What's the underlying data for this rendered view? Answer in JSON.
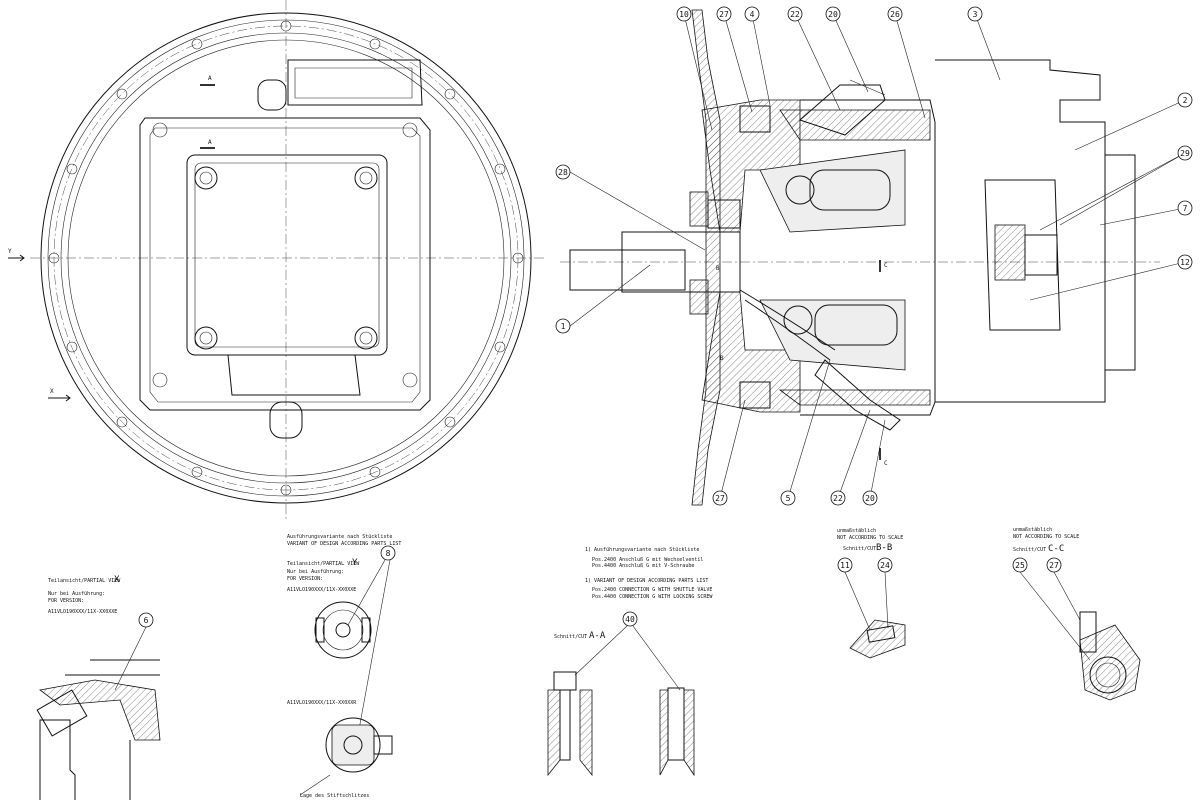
{
  "balloons": {
    "b10": "10",
    "b27a": "27",
    "b4": "4",
    "b22a": "22",
    "b20a": "20",
    "b26": "26",
    "b3": "3",
    "b2": "2",
    "b29": "29",
    "b7": "7",
    "b12": "12",
    "b28": "28",
    "b1": "1",
    "b27b": "27",
    "b5": "5",
    "b22b": "22",
    "b20b": "20",
    "b8": "8",
    "b6": "6",
    "b40": "40",
    "b11": "11",
    "b24": "24",
    "b25": "25",
    "b27c": "27"
  },
  "axis": {
    "y": "Y",
    "x": "X",
    "a_top": "A",
    "a_bot": "A",
    "b1": "B",
    "b2": "B",
    "c1": "C",
    "c2": "C"
  },
  "partial_x": {
    "title": "Teilansicht/PARTIAL VIEW",
    "letter": "X",
    "line1": "Nur bei Ausführung:",
    "line2": "FOR VERSION:",
    "code": "A11VLO190XXX/11X-XX0XXE"
  },
  "partial_y": {
    "variant_de": "Ausführungsvariante nach Stückliste",
    "variant_en": "VARIANT OF DESIGN ACCORDING PARTS LIST",
    "title": "Teilansicht/PARTIAL VIEW",
    "letter": "Y",
    "line1": "Nur bei Ausführung:",
    "line2": "FOR VERSION:",
    "code": "A11VLO190XXX/11X-XX0XXE",
    "code2": "A11VLO190XXX/11X-XX0XXR",
    "bottom": "Lage des Stiftschlitzes"
  },
  "notes_center": {
    "n1": "1) Ausführungsvariante nach Stückliste",
    "n2": "Pos.2400 Anschluß G mit Wechselventil",
    "n3": "Pos.4400 Anschluß G mit V-Schraube",
    "n4": "1) VARIANT OF DESIGN ACCORDING PARTS LIST",
    "n5": "Pos.2400 CONNECTION G WITH SHUTTLE VALVE",
    "n6": "Pos.4400 CONNECTION G WITH LOCKING SCREW"
  },
  "cut_a": {
    "label": "Schnitt/CUT",
    "letter": "A-A"
  },
  "cut_b": {
    "scale_de": "unmaßstäblich",
    "scale_en": "NOT ACCORDING TO SCALE",
    "label": "Schnitt/CUT",
    "letter": "B-B"
  },
  "cut_c": {
    "scale_de": "unmaßstäblich",
    "scale_en": "NOT ACCORDING TO SCALE",
    "label": "Schnitt/CUT",
    "letter": "C-C"
  }
}
